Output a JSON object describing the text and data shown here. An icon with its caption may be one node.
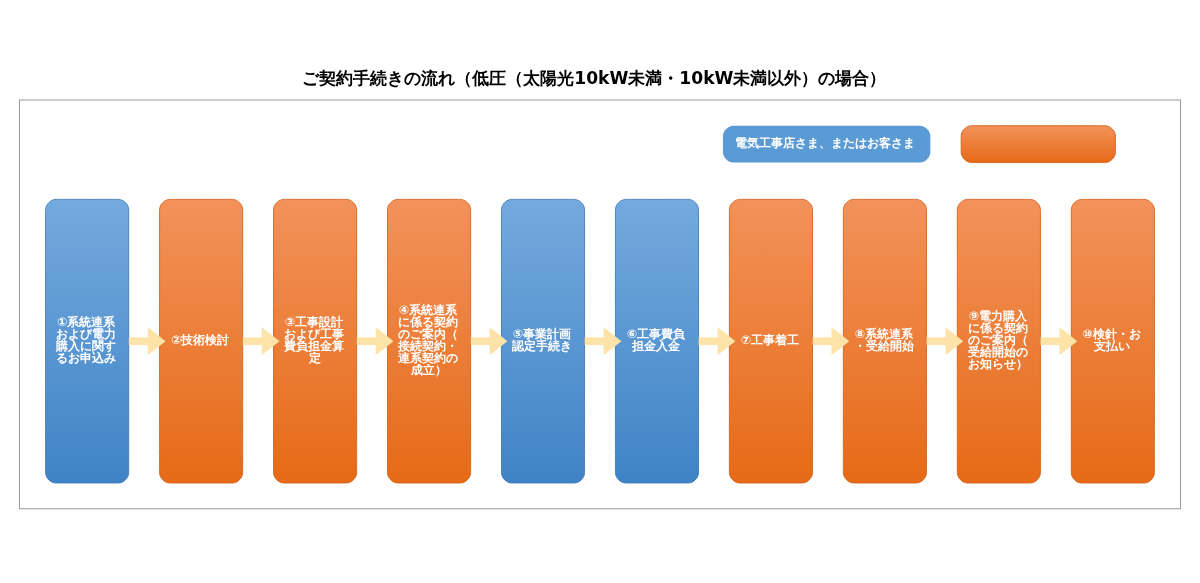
{
  "diagram": {
    "title": "ご契約手続きの流れ（低圧（太陽光10kW未満・10kW未満以外）の場合）",
    "nodes": [
      {
        "text": [],
        "shape": "box"
      },
      {
        "text": [],
        "shape": "box",
        "in": 0
      },
      {
        "text": [
          "①系統連系および電力購入に関するお申込み"
        ],
        "in": 0
      },
      {
        "text": [
          "②技術検討"
        ],
        "in": 0
      },
      {
        "text": [
          "③工事設計および工事費負担金算定"
        ],
        "in": 0
      },
      {
        "text": [
          "④系統連系に係る契約のご案内（接続契約・連系契約の成立）"
        ],
        "in": 0
      },
      {
        "text": [
          "⑤事業計画認定手続き"
        ],
        "in": 0
      },
      {
        "text": [
          "⑥工事費負担金入金"
        ],
        "in": 0
      },
      {
        "text": [
          "⑦工事着工"
        ],
        "in": 0
      },
      {
        "text": [
          "⑧系統連系・受給開始"
        ],
        "in": 0
      },
      {
        "text": [
          "⑨電力購入に係る契約のご案内（受給開始のお知らせ）"
        ],
        "in": 0
      },
      {
        "text": [
          "⑩検針・お支払い"
        ],
        "in": 0
      }
    ],
    "edges": [
      {
        "from": 2,
        "to": 3,
        "arrow": "to"
      },
      {
        "from": 3,
        "to": 4,
        "arrow": "to"
      },
      {
        "from": 4,
        "to": 5,
        "arrow": "to"
      },
      {
        "from": 5,
        "to": 6,
        "arrow": "to"
      },
      {
        "from": 6,
        "to": 7,
        "arrow": "to"
      },
      {
        "from": 7,
        "to": 8,
        "arrow": "to"
      },
      {
        "from": 8,
        "to": 9,
        "arrow": "to"
      },
      {
        "from": 9,
        "to": 10,
        "arrow": "to"
      },
      {
        "from": 10,
        "to": 11,
        "arrow": "to"
      }
    ],
    "legend": [
      {
        "text": "電気工事店さま、またはお客さま",
        "color": "#5b9bd5"
      }
    ]
  }
}
